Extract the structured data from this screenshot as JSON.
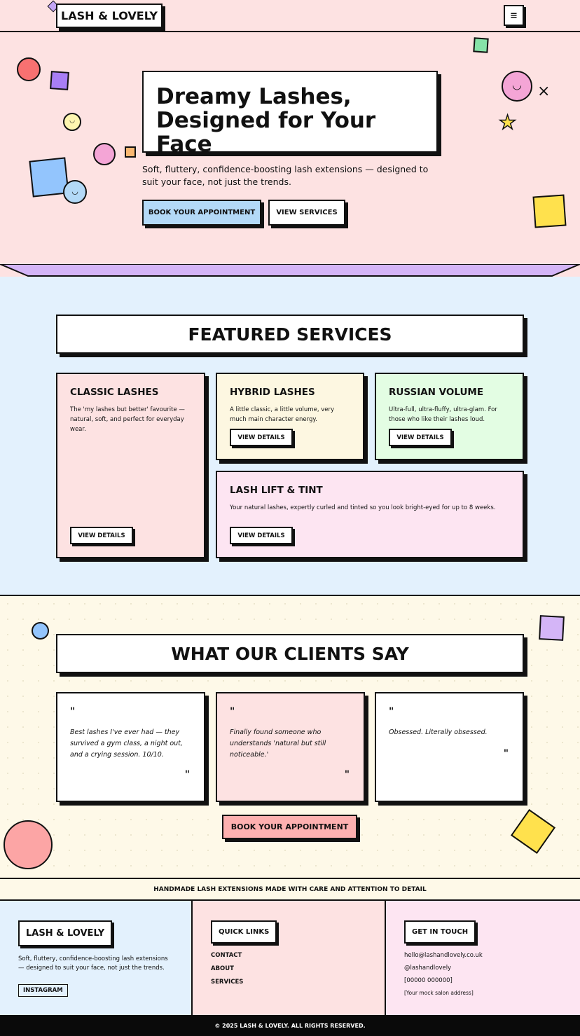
{
  "header": {
    "logo": "LASH & LOVELY",
    "menu_icon": "hamburger-icon",
    "menu_glyph": "≡"
  },
  "hero": {
    "title_line1": "Dreamy Lashes,",
    "title_line2": "Designed for Your Face",
    "subtitle": "Soft, fluttery, confidence-boosting lash extensions — designed to suit your face, not just the trends.",
    "book_label": "BOOK YOUR APPOINTMENT",
    "services_label": "VIEW SERVICES"
  },
  "services": {
    "heading": "FEATURED SERVICES",
    "cards": [
      {
        "title": "CLASSIC LASHES",
        "desc": "The 'my lashes but better' favourite — natural, soft, and perfect for everyday wear.",
        "button": "VIEW DETAILS"
      },
      {
        "title": "HYBRID LASHES",
        "desc": "A little classic, a little volume, very much main character energy.",
        "button": "VIEW DETAILS"
      },
      {
        "title": "RUSSIAN VOLUME",
        "desc": "Ultra-full, ultra-fluffy, ultra-glam. For those who like their lashes loud.",
        "button": "VIEW DETAILS"
      },
      {
        "title": "LASH LIFT & TINT",
        "desc": "Your natural lashes, expertly curled and tinted so you look bright-eyed for up to 8 weeks.",
        "button": "VIEW DETAILS"
      }
    ]
  },
  "testimonials": {
    "heading": "WHAT OUR CLIENTS SAY",
    "quote_mark": "\"",
    "items": [
      {
        "text": "Best lashes I've ever had — they survived a gym class, a night out, and a crying session. 10/10."
      },
      {
        "text": "Finally found someone who understands 'natural but still noticeable.'"
      },
      {
        "text": "Obsessed. Literally obsessed."
      }
    ],
    "book_label": "BOOK YOUR APPOINTMENT"
  },
  "strip": "HANDMADE LASH EXTENSIONS MADE WITH CARE AND ATTENTION TO DETAIL",
  "footer": {
    "brand": "LASH & LOVELY",
    "tagline": "Soft, fluttery, confidence-boosting lash extensions — designed to suit your face, not just the trends.",
    "instagram": "INSTAGRAM",
    "links_heading": "QUICK LINKS",
    "links": [
      "CONTACT",
      "ABOUT",
      "SERVICES"
    ],
    "contact_heading": "GET IN TOUCH",
    "email": "hello@lashandlovely.co.uk",
    "handle": "@lashandlovely",
    "phone": "[00000 000000]",
    "address": "[Your mock salon address]",
    "copyright": "© 2025 LASH & LOVELY. ALL RIGHTS RESERVED."
  },
  "colors": {
    "pink": "#fde2e2",
    "blue": "#b3d9f7",
    "purple": "#d4b5f7",
    "yellow": "#ffe14d",
    "green": "#86e3a8",
    "coral": "#f87171"
  }
}
